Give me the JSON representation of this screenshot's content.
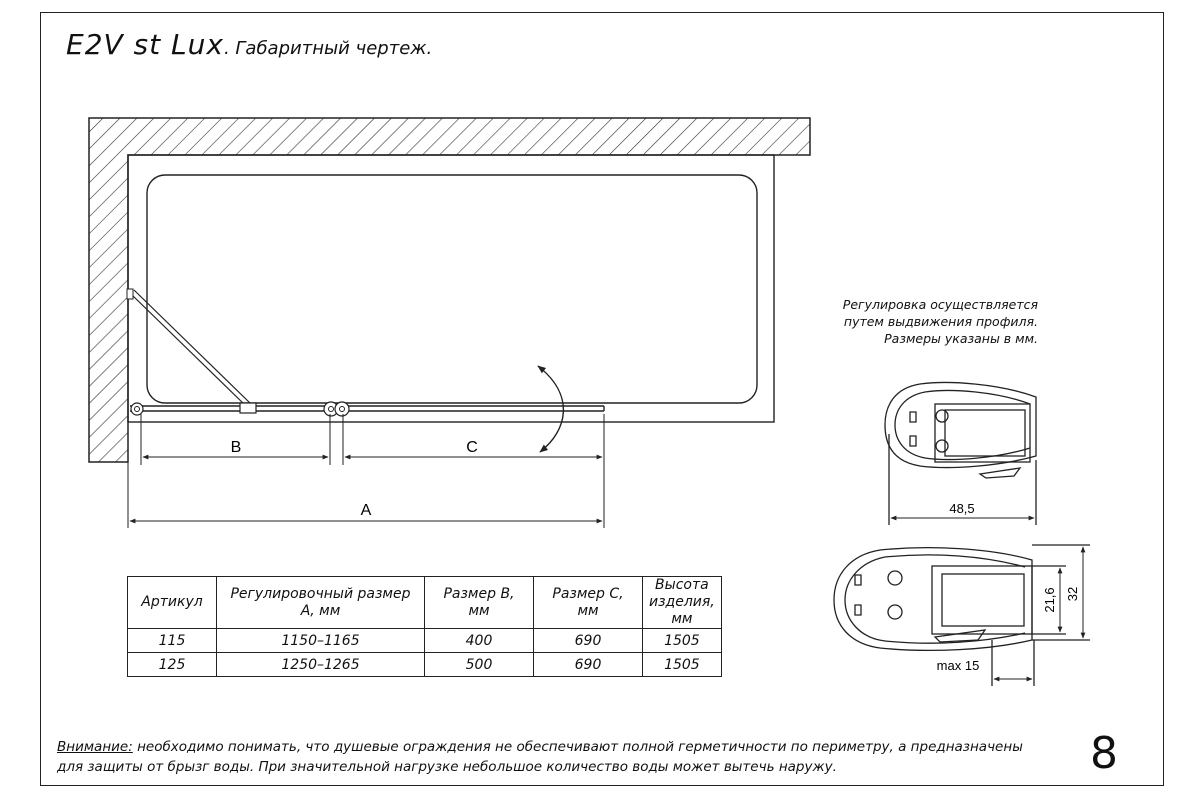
{
  "title": {
    "model": "E2V st Lux",
    "subtitle": ". Габаритный чертеж."
  },
  "dimensions": {
    "a": "A",
    "b": "B",
    "c": "C"
  },
  "adjustment_note": [
    "Регулировка осуществляется",
    "путем выдвижения профиля.",
    "Размеры указаны в мм."
  ],
  "profile_dims": {
    "width": "48,5",
    "height_total": "32",
    "height_inner": "21,6",
    "max_extension": "max 15"
  },
  "table": {
    "headers": [
      "Артикул",
      "Регулировочный размер А, мм",
      "Размер В, мм",
      "Размер С, мм",
      "Высота изделия, мм"
    ],
    "rows": [
      [
        "115",
        "1150–1165",
        "400",
        "690",
        "1505"
      ],
      [
        "125",
        "1250–1265",
        "500",
        "690",
        "1505"
      ]
    ]
  },
  "warning": {
    "lead": "Внимание:",
    "line1": " необходимо понимать, что душевые ограждения не обеспечивают полной герметичности по периметру, а предназначены",
    "line2": "для защиты от брызг воды. При значительной нагрузке небольшое количество воды может вытечь наружу."
  },
  "page_number": "8"
}
